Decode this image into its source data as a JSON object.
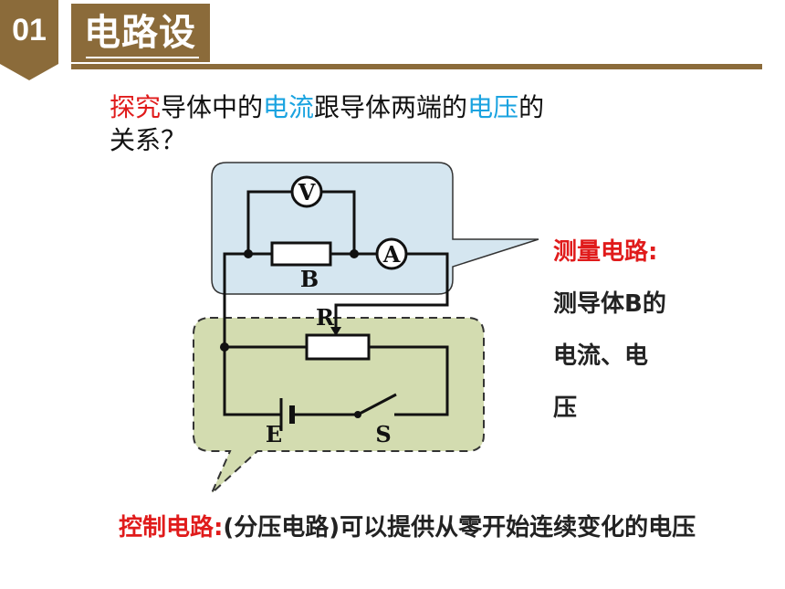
{
  "header": {
    "badge_number": "01",
    "title": "电路设计"
  },
  "question": {
    "part1": "探究",
    "part2": "导体中的",
    "part3": "电流",
    "part4": "跟导体两端的",
    "part5": "电压",
    "part6": "的关系？"
  },
  "circuit": {
    "voltmeter": "V",
    "ammeter": "A",
    "resistor_b": "B",
    "rheostat": "R",
    "battery": "E",
    "switch": "S"
  },
  "measurement_note": {
    "label": "测量电路:",
    "text": "测导体B的电流、电压"
  },
  "control_note": {
    "label": "控制电路:",
    "text": "(分压电路)可以提供从零开始连续变化的电压"
  },
  "colors": {
    "accent": "#8b6b3a",
    "red": "#e01b1b",
    "blue": "#1aa3e0",
    "measure_bubble": "#d5e6f0",
    "control_bubble": "#d3dcb0"
  }
}
